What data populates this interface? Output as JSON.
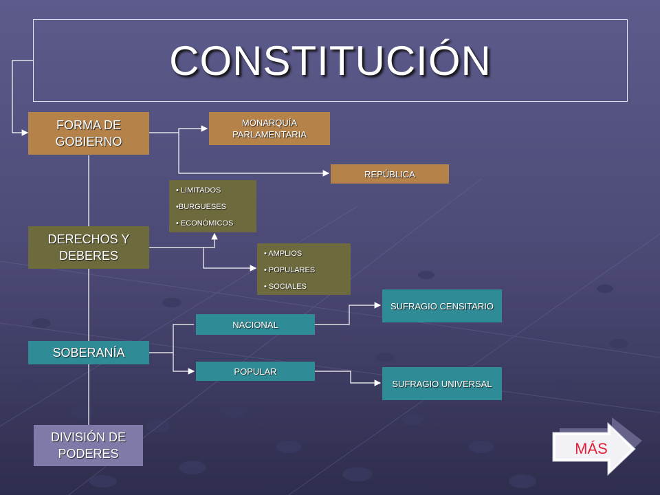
{
  "title": "CONSTITUCIÓN",
  "main_nodes": {
    "forma_de_gobierno": "FORMA DE GOBIERNO",
    "derechos_y_deberes": "DERECHOS Y DEBERES",
    "soberania": "SOBERANÍA",
    "division_de_poderes": "DIVISIÓN DE PODERES"
  },
  "forma_options": {
    "monarquia": "MONARQUÍA PARLAMENTARIA",
    "republica": "REPÚBLICA"
  },
  "derechos_limitados": [
    "LIMITADOS",
    "BURGUESES",
    "ECONÓMICOS"
  ],
  "derechos_amplios": [
    "AMPLIOS",
    "POPULARES",
    "SOCIALES"
  ],
  "soberania_options": {
    "nacional": "NACIONAL",
    "popular": "POPULAR"
  },
  "sufragio": {
    "censitario": "SUFRAGIO CENSITARIO",
    "universal": "SUFRAGIO UNIVERSAL"
  },
  "mas_button": "MÁS",
  "colors": {
    "forma": "#b5834a",
    "derechos": "#6d6a3d",
    "soberania": "#2f8b95",
    "division": "#7e7ba8",
    "mas_text": "#e0233a"
  }
}
